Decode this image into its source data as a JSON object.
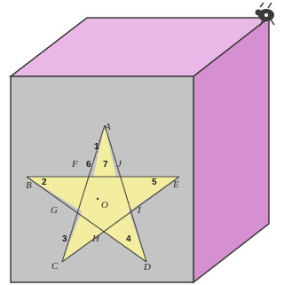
{
  "colors": {
    "front_face": "#c4c4c4",
    "top_face": "#eab8e6",
    "side_face": "#d68fd0",
    "edge": "#3a3a3a",
    "star_fill": "#f3eda0",
    "star_stroke": "#444444",
    "bug": "#3a3a3a"
  },
  "icons": {
    "corner": "bug-icon"
  },
  "vertex_labels": {
    "A": "A",
    "B": "B",
    "C": "C",
    "D": "D",
    "E": "E",
    "F": "F",
    "G": "G",
    "H": "H",
    "I": "I",
    "J": "J",
    "O": "O"
  },
  "angle_labels": {
    "a1": "1",
    "a2": "2",
    "a3": "3",
    "a4": "4",
    "a5": "5",
    "a6": "6",
    "a7": "7"
  }
}
